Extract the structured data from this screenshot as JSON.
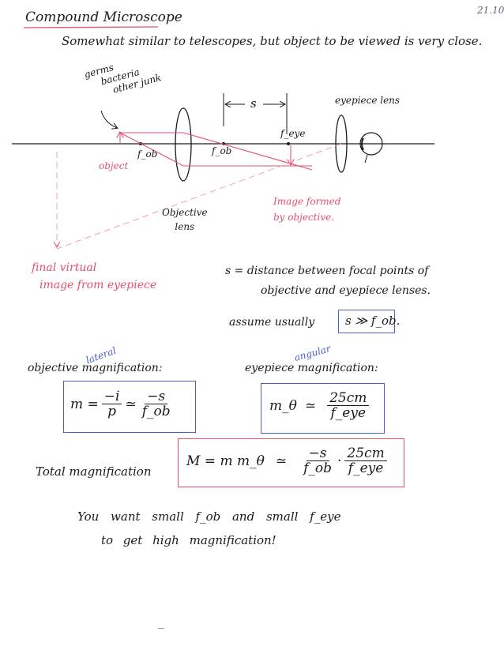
{
  "date": "21.10",
  "title": "Compound Microscope",
  "subtitle": "Somewhat similar to telescopes, but object to be viewed is very close.",
  "diagram": {
    "specimen_label": [
      "germs",
      "bacteria",
      "other junk"
    ],
    "object_label": "object",
    "fob_left": "f_ob",
    "fob_right": "f_ob",
    "feye": "f_eye",
    "s_label": "s",
    "eyepiece_label": "eyepiece lens",
    "objective_label": [
      "Objective",
      "lens"
    ],
    "image_label": [
      "Image formed",
      "by objective."
    ],
    "final_image_label": [
      "final virtual",
      "image from eyepiece"
    ]
  },
  "notes": {
    "s_def_1": "s = distance between focal points of",
    "s_def_2": "objective and eyepiece lenses.",
    "assume": "assume usually",
    "assume_box": "s ≫ f_ob."
  },
  "objective_mag": {
    "heading": "objective magnification:",
    "insert": "lateral",
    "m": "m =",
    "num1": "−i",
    "den1": "p",
    "approx": "≃",
    "num2": "−s",
    "den2": "f_ob"
  },
  "eyepiece_mag": {
    "heading": "eyepiece magnification:",
    "insert": "angular",
    "m": "m_θ",
    "approx": "≃",
    "num": "25cm",
    "den": "f_eye"
  },
  "total": {
    "heading": "Total magnification",
    "lhs": "M = m m_θ",
    "approx": "≃",
    "num1": "−s",
    "den1": "f_ob",
    "dot": "·",
    "num2": "25cm",
    "den2": "f_eye"
  },
  "conclusion": [
    "You want small f_ob and small f_eye",
    "to get high magnification!"
  ],
  "colors": {
    "ink": "#1a1a1a",
    "red": "#e2506e",
    "blue": "#4a5fc9"
  }
}
